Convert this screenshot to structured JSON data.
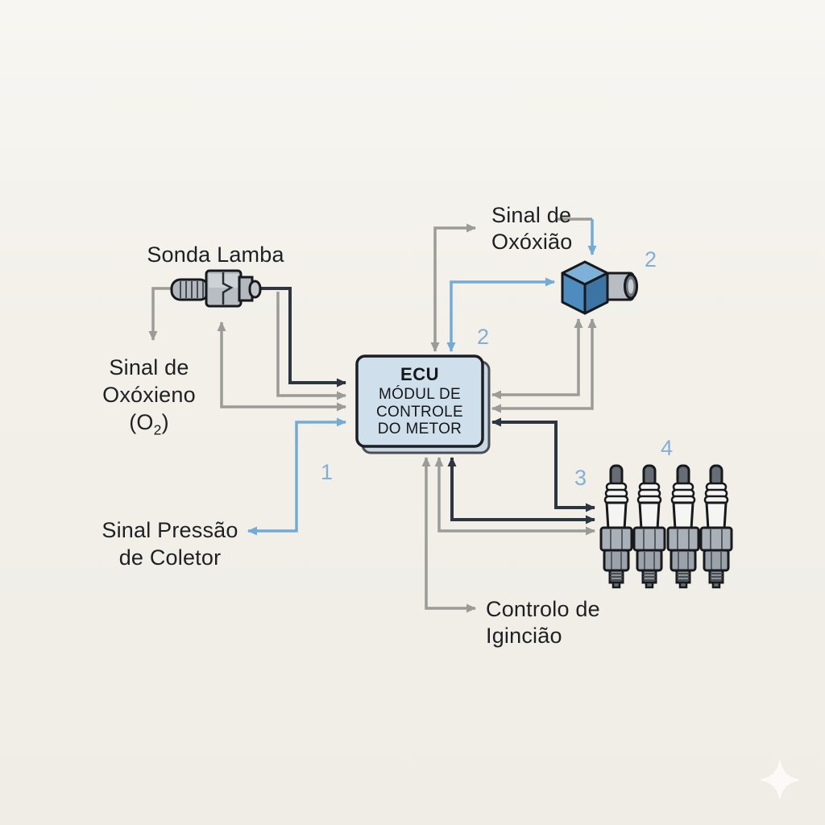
{
  "page": {
    "background": "#f2f0e9"
  },
  "diagram": {
    "ecu_box": {
      "title": "ECU",
      "lines": [
        "MÓDUL DE",
        "CONTROLE",
        "DO METOR"
      ]
    },
    "labels": {
      "sonda_lamba": "Sonda Lamba",
      "oxygen_left_line1": "Sinal de",
      "oxygen_left_line2": "Oxóxieno",
      "oxygen_left_o2_open": "(O",
      "oxygen_left_o2_sub": "2",
      "oxygen_left_o2_close": ")",
      "oxygen_right_line1": "Sinal de",
      "oxygen_right_line2": "Oxóxião",
      "pressure_line1": "Sinal Pressão",
      "pressure_line2": "de Coletor",
      "ignition_line1": "Controlo de",
      "ignition_line2": "Igincião"
    },
    "numbers": {
      "pressure_signal": "1",
      "ecu_top": "2",
      "oxygen_sensor": "2",
      "ignition_wires": "3",
      "spark_plugs": "4"
    },
    "colors": {
      "background": "#f2f0e9",
      "text": "#1e2023",
      "number_blue": "#83afd6",
      "arrow_gray": "#9b9b97",
      "arrow_dark": "#2c3540",
      "arrow_blue": "#74aad6",
      "ecu_fill": "#cfdfec",
      "ecu_border": "#1b1e24",
      "sensor_blue": "#4e8cc0",
      "metal_gray": "#b7bdc3",
      "ceramic_white": "#f5f5f3"
    },
    "icons": {
      "lambda_sensor": "lambda-sensor-icon",
      "oxygen_sensor": "map-sensor-icon",
      "spark_plug": "spark-plug-icon",
      "sparkle": "sparkle-icon"
    }
  }
}
